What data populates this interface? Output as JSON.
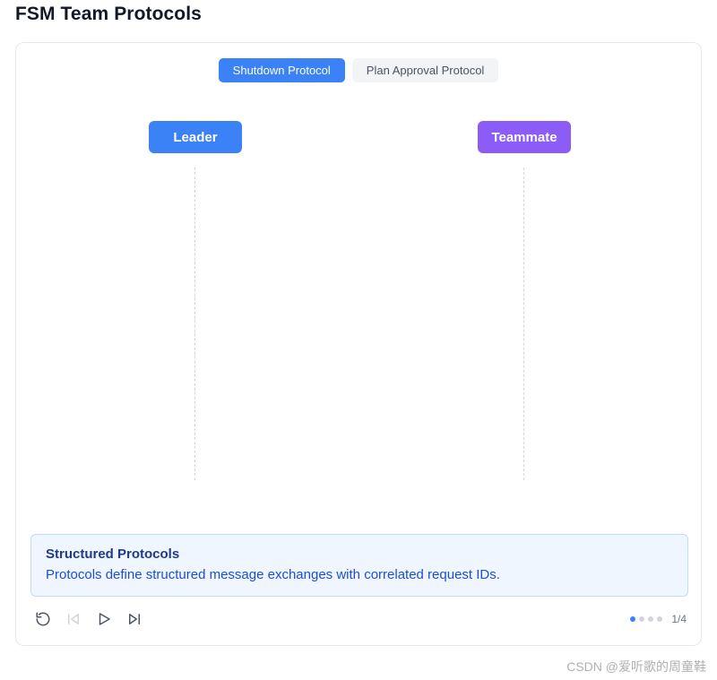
{
  "page": {
    "title": "FSM Team Protocols"
  },
  "tabs": [
    {
      "label": "Shutdown Protocol",
      "active": true
    },
    {
      "label": "Plan Approval Protocol",
      "active": false
    }
  ],
  "actors": {
    "leader": {
      "label": "Leader",
      "color": "#3b82f6"
    },
    "teammate": {
      "label": "Teammate",
      "color": "#8b5cf6"
    }
  },
  "info": {
    "title": "Structured Protocols",
    "text": "Protocols define structured message exchanges with correlated request IDs."
  },
  "controls": [
    {
      "name": "reset-icon",
      "enabled": true
    },
    {
      "name": "previous-step-icon",
      "enabled": false
    },
    {
      "name": "play-icon",
      "enabled": true
    },
    {
      "name": "next-step-icon",
      "enabled": true
    }
  ],
  "progress": {
    "current_step": 1,
    "total_steps": 4,
    "label": "1/4"
  },
  "watermark": "CSDN @爱听歌的周童鞋"
}
